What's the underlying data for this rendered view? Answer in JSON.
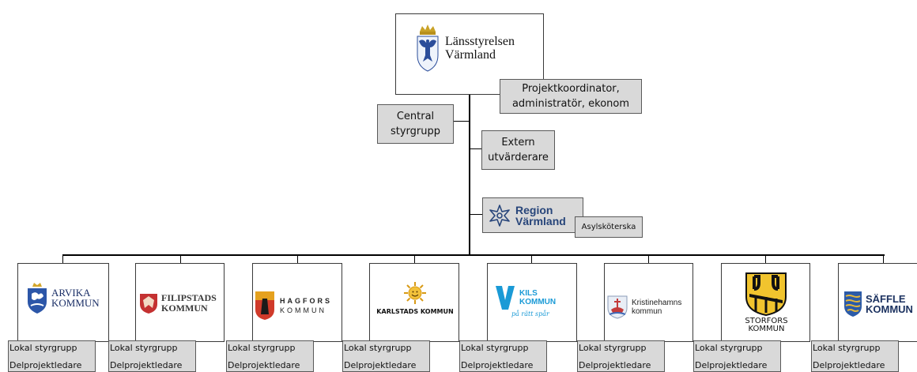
{
  "top": {
    "name_line1": "Länsstyrelsen",
    "name_line2": "Värmland"
  },
  "coordinator": {
    "label_line1": "Projektkoordinator,",
    "label_line2": "administratör, ekonom"
  },
  "central": {
    "label_line1": "Central",
    "label_line2": "styrgrupp"
  },
  "evaluator": {
    "label_line1": "Extern",
    "label_line2": "utvärderare"
  },
  "region": {
    "name_line1": "Region",
    "name_line2": "Värmland"
  },
  "nurse": {
    "label": "Asylsköterska"
  },
  "municipalities": [
    {
      "name_line1": "ARVIKA",
      "name_line2": "KOMMUN"
    },
    {
      "name_line1": "FILIPSTADS",
      "name_line2": "KOMMUN"
    },
    {
      "name_line1": "HAGFORS",
      "name_line2": "KOMMUN"
    },
    {
      "name_line1": "KARLSTADS KOMMUN"
    },
    {
      "name_line1": "KILS",
      "name_line2": "KOMMUN",
      "tagline": "på rätt spår"
    },
    {
      "name_line1": "Kristinehamns",
      "name_line2": "kommun"
    },
    {
      "name_line1": "STORFORS",
      "name_line2": "KOMMUN"
    },
    {
      "name_line1": "SÄFFLE",
      "name_line2": "KOMMUN"
    }
  ],
  "local_labels": {
    "line1": "Lokal styrgrupp",
    "line2": "Delprojektledare"
  },
  "colors": {
    "box_gray": "#d9d9d9",
    "border": "#595959",
    "region_blue": "#27457a",
    "kils_blue": "#1a9ad6"
  }
}
